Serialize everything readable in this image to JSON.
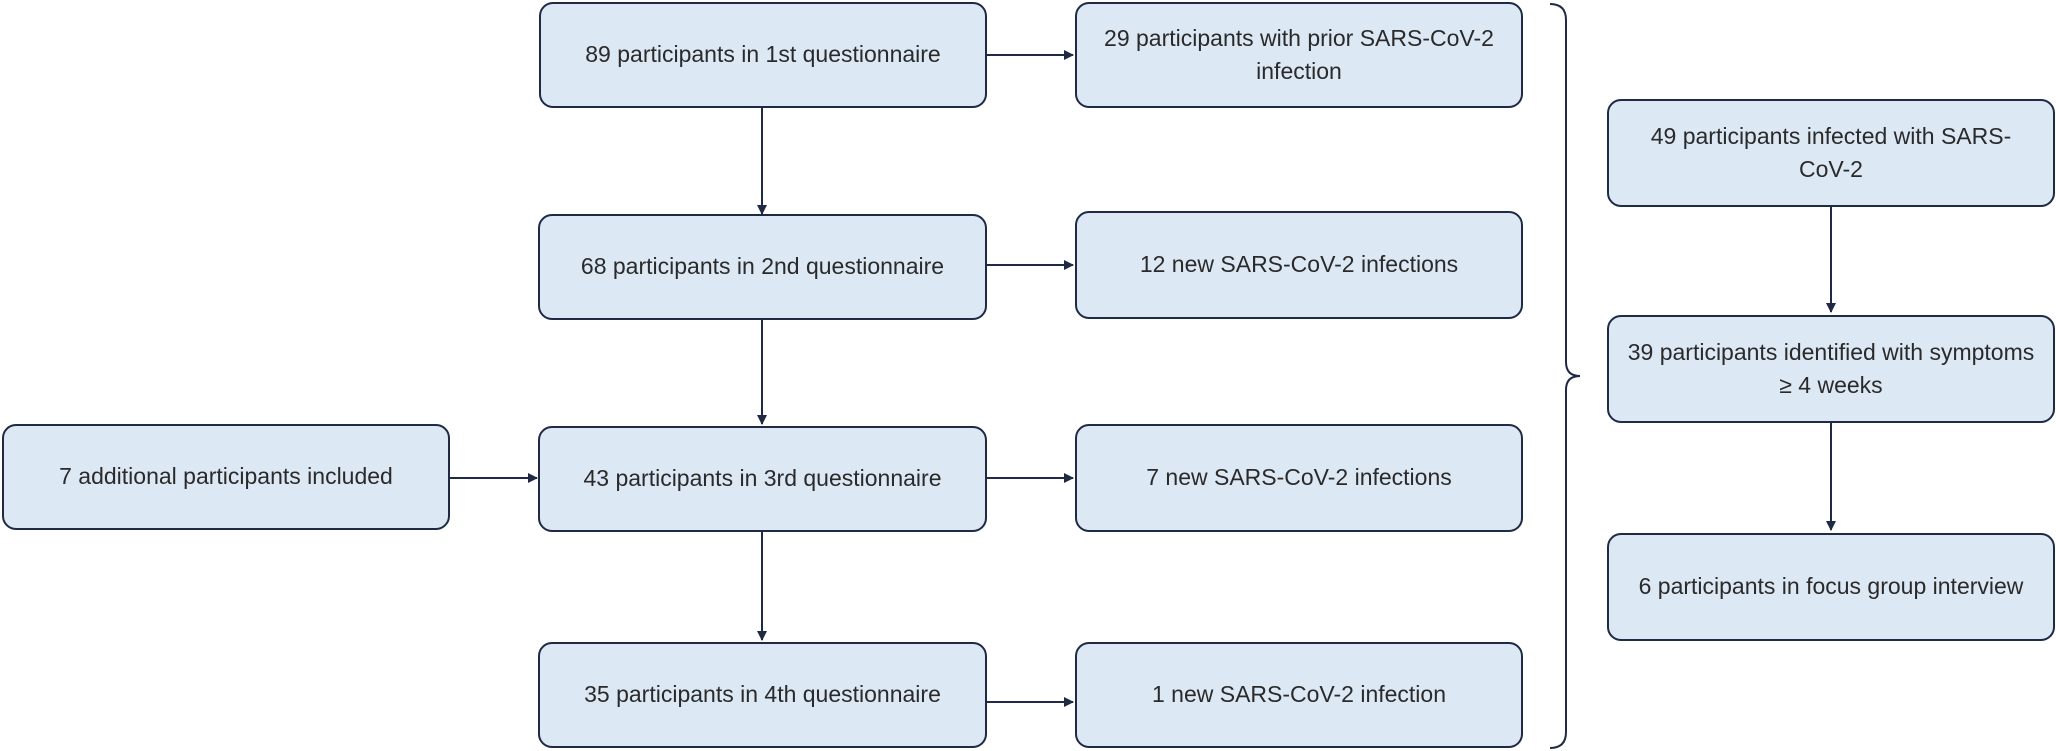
{
  "colors": {
    "box_fill": "#dde8f5",
    "box_border": "#1f2a44",
    "arrow": "#1f2a44",
    "text": "#2a2a2a"
  },
  "left_column": {
    "q1": "89 participants in 1st questionnaire",
    "q2": "68 participants in 2nd questionnaire",
    "q3": "43 participants in 3rd questionnaire",
    "q4": "35 participants in 4th questionnaire"
  },
  "additional": {
    "text": "7 additional participants included"
  },
  "infections": {
    "prior": "29 participants with prior SARS-CoV-2 infection",
    "new_after_q2": "12 new SARS-CoV-2 infections",
    "new_after_q3": "7 new SARS-CoV-2 infections",
    "new_after_q4": "1 new SARS-CoV-2 infection"
  },
  "summary": {
    "infected": "49 participants infected with SARS-CoV-2",
    "symptoms": "39 participants identified with symptoms ≥ 4 weeks",
    "focus_group": "6 participants in focus group interview"
  }
}
